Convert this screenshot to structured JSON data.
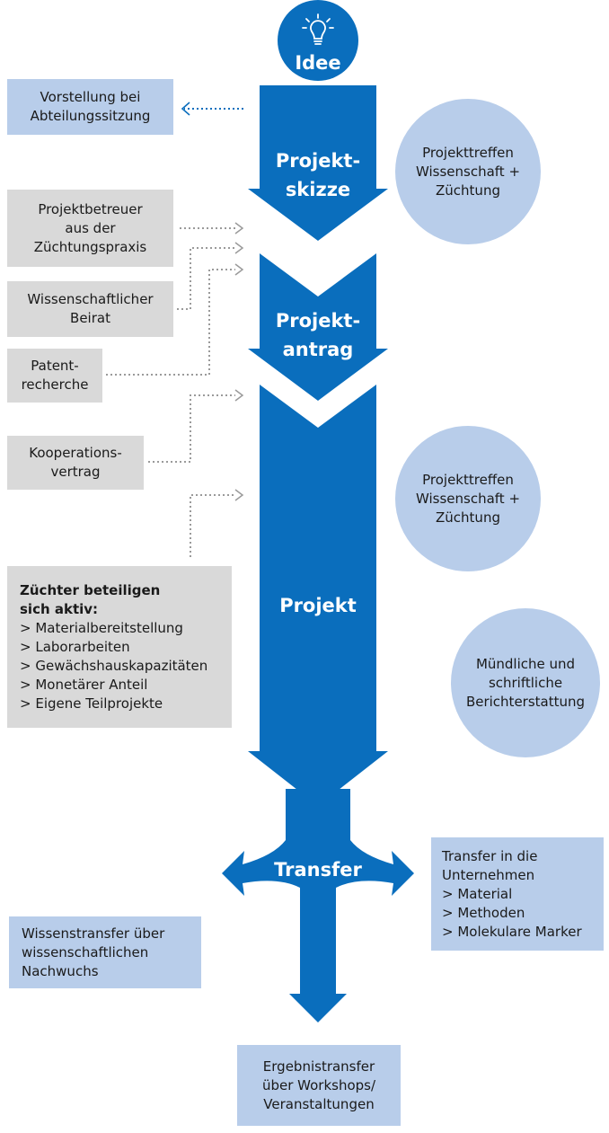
{
  "stages": {
    "idee": "Idee",
    "skizze_1": "Projekt-",
    "skizze_2": "skizze",
    "antrag_1": "Projekt-",
    "antrag_2": "antrag",
    "projekt": "Projekt",
    "transfer": "Transfer"
  },
  "left_boxes": {
    "vorstellung": [
      "Vorstellung bei",
      "Abteilungssitzung"
    ],
    "betreuer": [
      "Projektbetreuer",
      "aus der",
      "Züchtungspraxis"
    ],
    "beirat": [
      "Wissenschaftlicher",
      "Beirat"
    ],
    "patent": [
      "Patent-",
      "recherche"
    ],
    "kooperation": [
      "Kooperations-",
      "vertrag"
    ],
    "zuechter": {
      "heading_1": "Züchter beteiligen",
      "heading_2": "sich aktiv:",
      "items": [
        "> Materialbereitstellung",
        "> Laborarbeiten",
        "> Gewächshauskapazitäten",
        "> Monetärer Anteil",
        "> Eigene Teilprojekte"
      ]
    }
  },
  "circles": {
    "treffen_1": [
      "Projekttreffen",
      "Wissenschaft +",
      "Züchtung"
    ],
    "treffen_2": [
      "Projekttreffen",
      "Wissenschaft +",
      "Züchtung"
    ],
    "bericht": [
      "Mündliche und",
      "schriftliche",
      "Berichterstattung"
    ]
  },
  "transfer_boxes": {
    "wissen": [
      "Wissenstransfer über",
      "wissenschaftlichen",
      "Nachwuchs"
    ],
    "unternehmen": {
      "heading": [
        "Transfer in die",
        "Unternehmen"
      ],
      "items": [
        "> Material",
        "> Methoden",
        "> Molekulare Marker"
      ]
    },
    "ergebnis": [
      "Ergebnistransfer",
      "über Workshops/",
      "Veranstaltungen"
    ]
  },
  "colors": {
    "flow_blue": "#0a6ebd",
    "light_blue": "#b8cdea",
    "gray": "#d9d9d9",
    "dotted_gray": "#9a9a9a"
  },
  "icons": {
    "idea": "lightbulb-icon"
  }
}
